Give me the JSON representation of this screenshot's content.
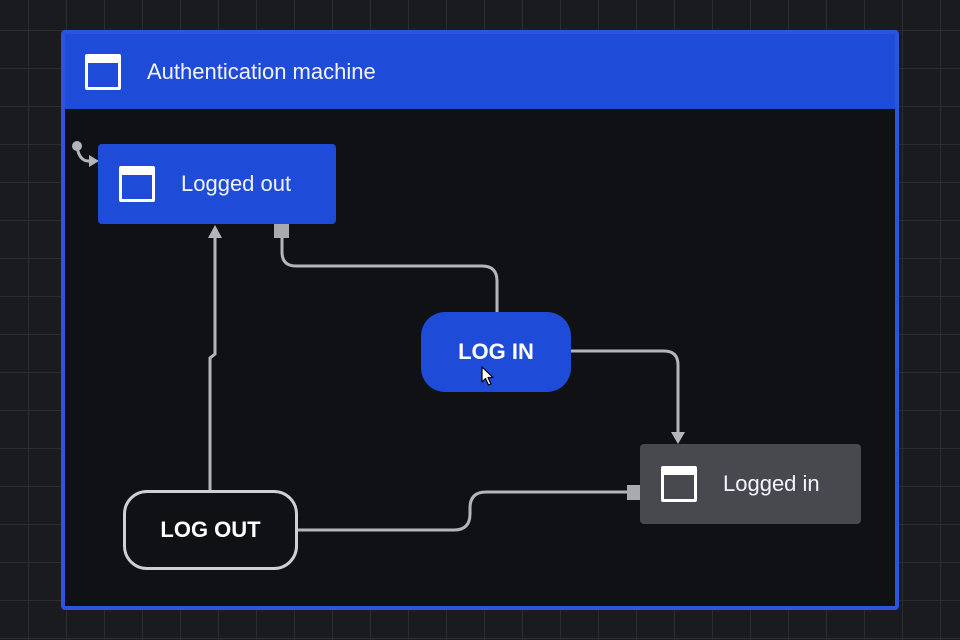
{
  "machine": {
    "title": "Authentication machine",
    "icon": "window-icon"
  },
  "states": {
    "logged_out": {
      "label": "Logged out",
      "icon": "window-icon",
      "color": "#1e4bd8"
    },
    "logged_in": {
      "label": "Logged in",
      "icon": "window-icon",
      "color": "#48494f"
    }
  },
  "events": {
    "log_in": {
      "label": "LOG IN",
      "color": "#1e4bd8"
    },
    "log_out": {
      "label": "LOG OUT"
    }
  },
  "colors": {
    "accent": "#1e4bd8",
    "edge": "#b4b5ba",
    "canvas": "#0f1114"
  }
}
